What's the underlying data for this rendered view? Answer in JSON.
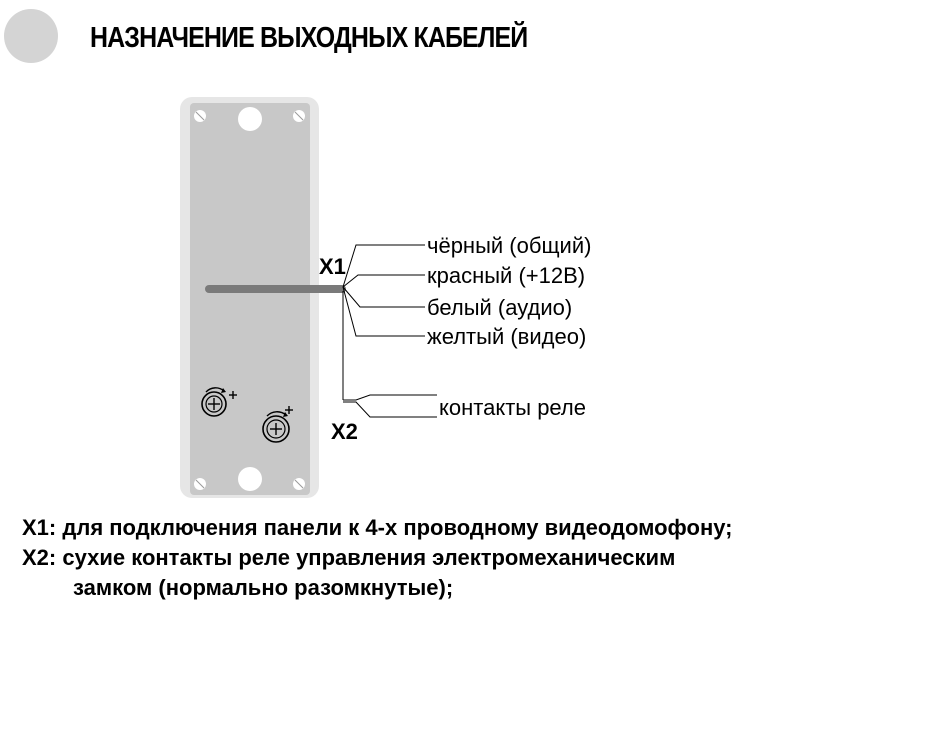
{
  "header": {
    "title": "НАЗНАЧЕНИЕ ВЫХОДНЫХ КАБЕЛЕЙ"
  },
  "connectors": {
    "x1_label": "X1",
    "x2_label": "X2"
  },
  "wires": {
    "x1": [
      "чёрный (общий)",
      "красный (+12В)",
      "белый (аудио)",
      "желтый (видео)"
    ],
    "x2": "контакты реле"
  },
  "description": {
    "x1_prefix": "X1:",
    "x1_text": "для подключения панели к 4-х проводному видеодомофону;",
    "x2_prefix": "X2:",
    "x2_text_line1": "сухие контакты реле управления электромеханическим",
    "x2_text_line2": "замком (нормально разомкнутые);"
  },
  "colors": {
    "panel_fill": "#c8c8c8",
    "panel_frame": "#e6e6e6",
    "bullet": "#d4d4d4",
    "cable": "#7a7a7a"
  }
}
